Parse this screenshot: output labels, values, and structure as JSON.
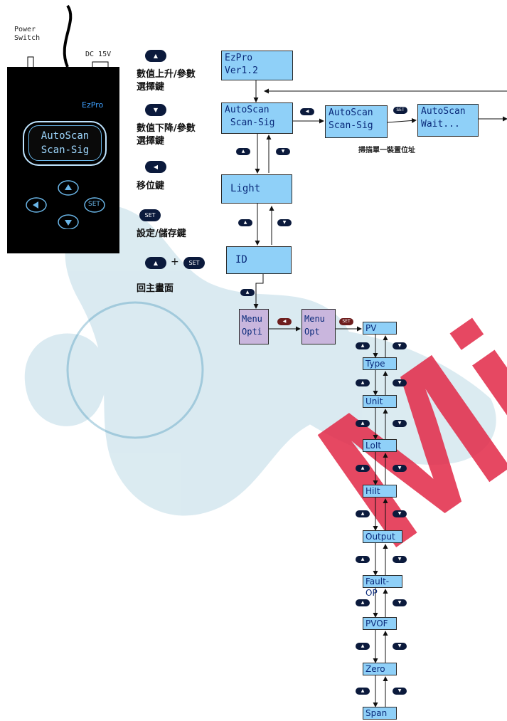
{
  "device": {
    "power_label": "Power\nSwitch",
    "dc_label": "DC 15V",
    "brand": "EzPro",
    "screen_line1": "AutoScan",
    "screen_line2": "Scan-Sig",
    "set_key": "SET"
  },
  "legend": [
    {
      "icon": "up-key-icon",
      "text": "數值上升/參數\n選擇鍵"
    },
    {
      "icon": "down-key-icon",
      "text": "數值下降/參數\n選擇鍵"
    },
    {
      "icon": "left-key-icon",
      "text": "移位鍵"
    },
    {
      "icon": "set-key-icon",
      "key": "SET",
      "text": "設定/儲存鍵"
    },
    {
      "icon": "up-plus-set-icon",
      "plus": "+",
      "key": "SET",
      "text": "回主畫面"
    }
  ],
  "boxes": {
    "ezpro": [
      "EzPro",
      "Ver1.2"
    ],
    "autoscan": [
      "AutoScan",
      " Scan-Sig"
    ],
    "autoscan2": [
      "AutoScan",
      "Scan-Sig"
    ],
    "autoscan3": [
      "AutoScan",
      "Wait..."
    ],
    "light": "Light",
    "id": "ID",
    "menu1": [
      "Menu",
      "Opti"
    ],
    "menu2": [
      "Menu",
      "Opt"
    ]
  },
  "scan_caption": "掃描單一裝置位址",
  "chain": [
    "PV",
    "Type",
    "Unit",
    "LoIt",
    "HiIt",
    "Output",
    "Fault-OP",
    "PVOF",
    "Zero",
    "Span"
  ],
  "watermark": "Mir",
  "colors": {
    "lcd": "#8fd0f8",
    "lcd_purple": "#c9b6dd",
    "key": "#0b1a3c",
    "key_red": "#6e1d1d",
    "watermark": "#e22846",
    "globe": "#3a8fb4"
  }
}
